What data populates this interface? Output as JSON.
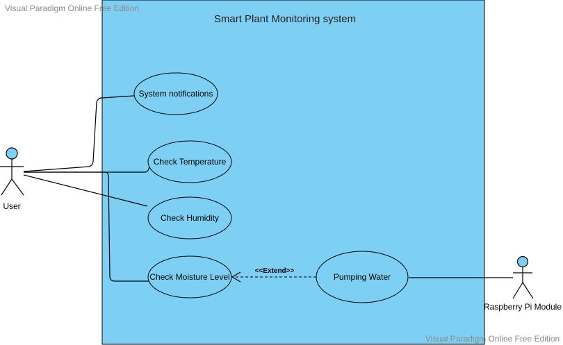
{
  "watermark": {
    "top": "Visual Paradigm Online Free Edition",
    "bottom": "Visual Paradigm Online Free Edition"
  },
  "system": {
    "title": "Smart Plant Monitoring system"
  },
  "actors": {
    "user": "User",
    "raspberry": "Raspberry Pi Module"
  },
  "use_cases": {
    "notifications": "System notifications",
    "temperature": "Check Temperature",
    "humidity": "Check Humidity",
    "moisture": "Check Moisture Level",
    "pumping": "Pumping Water"
  },
  "relations": {
    "extend": "<<Extend>>"
  },
  "colors": {
    "boundary_fill": "#7ecff4",
    "actor_fill": "#7ecff4",
    "line": "#000000",
    "watermark": "#8a8a8a"
  }
}
